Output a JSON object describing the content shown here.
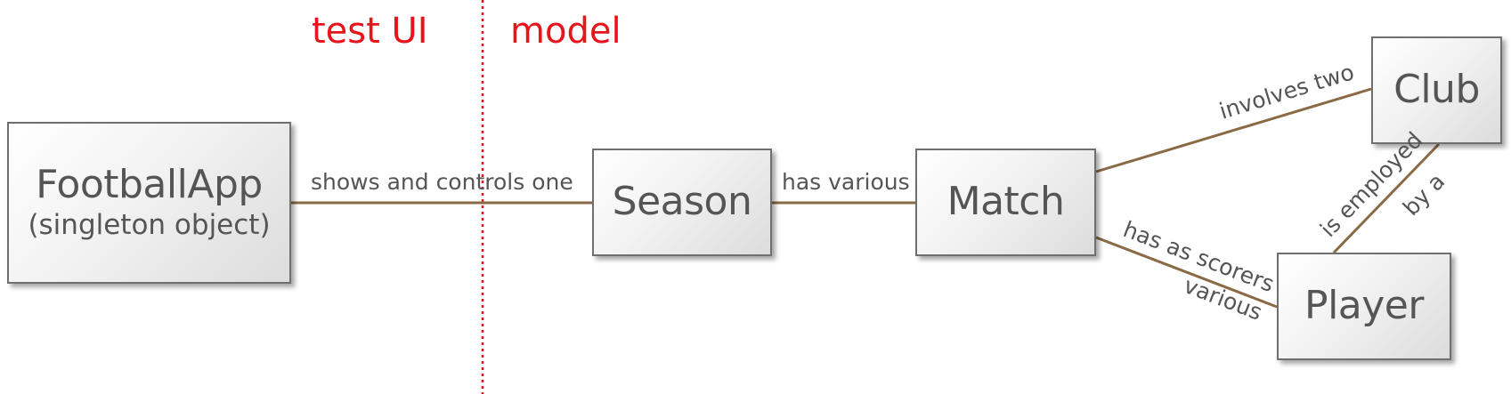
{
  "regions": {
    "left_label": "test UI",
    "right_label": "model",
    "label_color": "#e8131b",
    "divider_color": "#e8131b"
  },
  "nodes": {
    "footballapp": {
      "title": "FootballApp",
      "subtitle": "(singleton object)"
    },
    "season": {
      "title": "Season"
    },
    "match": {
      "title": "Match"
    },
    "club": {
      "title": "Club"
    },
    "player": {
      "title": "Player"
    }
  },
  "edges": {
    "app_season": "shows and controls one",
    "season_match": "has various",
    "match_club": "involves two",
    "match_player_top": "has as scorers",
    "match_player_bottom": "various",
    "player_club_top": "is employed",
    "player_club_bottom": "by a"
  },
  "colors": {
    "edge": "#8a6a45",
    "node_border": "#6f6f6f",
    "text": "#555555"
  }
}
